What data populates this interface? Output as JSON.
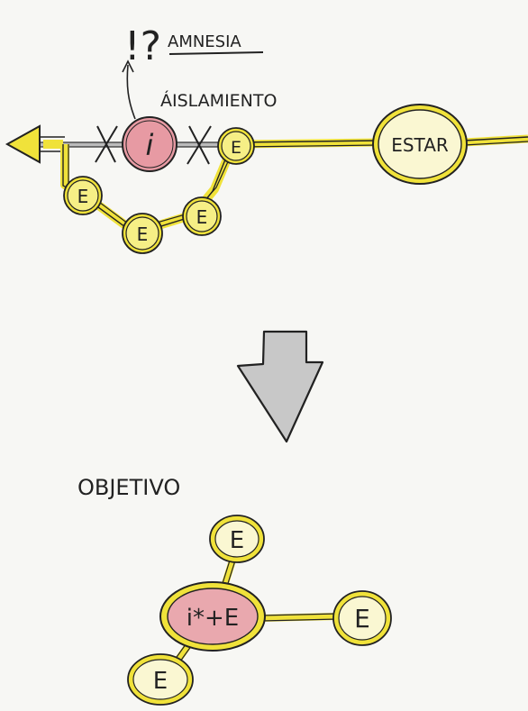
{
  "top": {
    "exclaim": "!?",
    "amnesia": "AMNESIA",
    "aislamiento": "ÁISLAMIENTO",
    "isolated_node": "i",
    "chain_node": "E",
    "estar": "ESTAR"
  },
  "bottom": {
    "objetivo": "OBJETIVO",
    "center_node": "i*+E",
    "node": "E"
  },
  "colors": {
    "yellow": "#f0e23a",
    "pink": "#e79aa3",
    "ink": "#222222",
    "arrow_gray": "#c8c8c8"
  }
}
